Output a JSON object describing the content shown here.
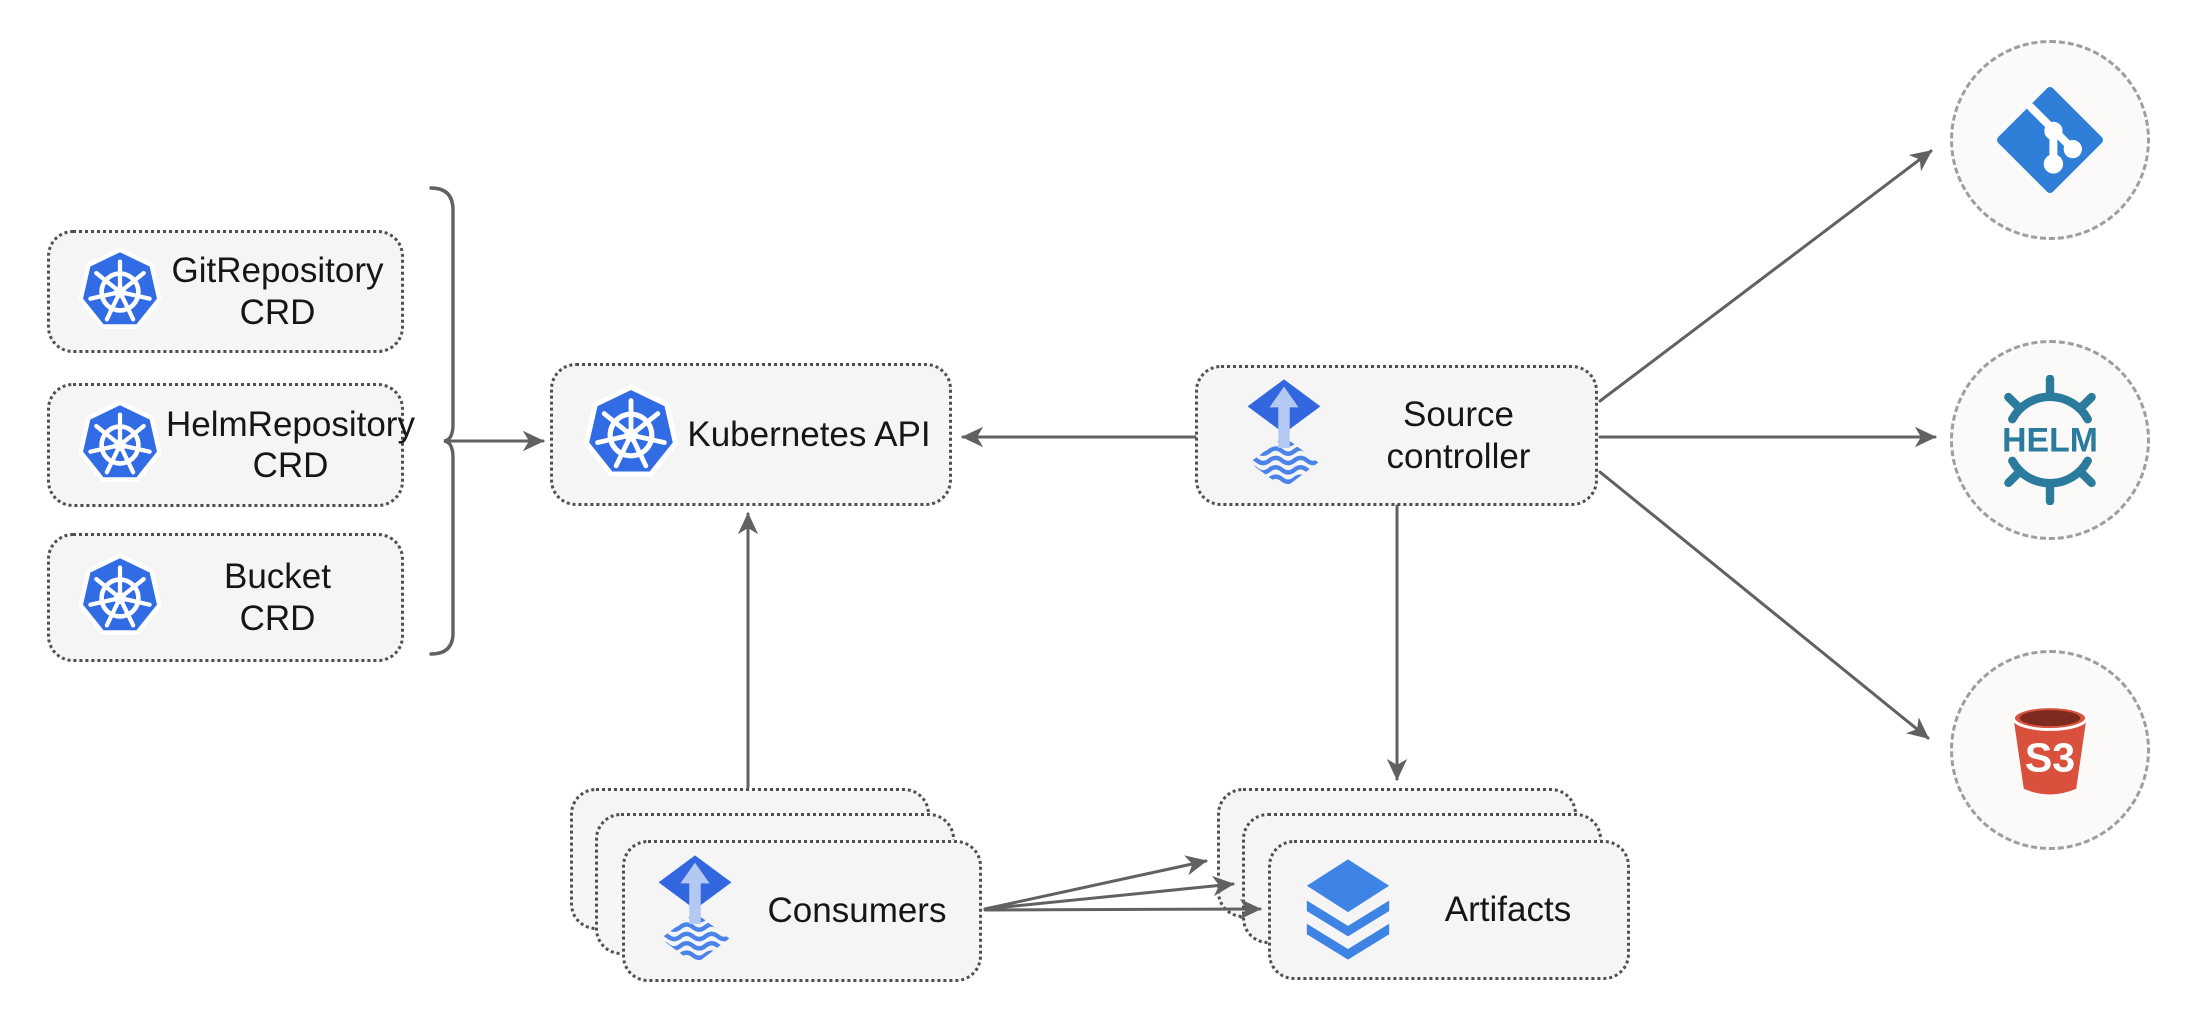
{
  "diagram_name": "flux-source-controller-architecture",
  "nodes": {
    "git_repository_crd": {
      "line1": "GitRepository",
      "line2": "CRD",
      "icon": "kubernetes-icon"
    },
    "helm_repository_crd": {
      "line1": "HelmRepository",
      "line2": "CRD",
      "icon": "kubernetes-icon"
    },
    "bucket_crd": {
      "line1": "Bucket",
      "line2": "CRD",
      "icon": "kubernetes-icon"
    },
    "kubernetes_api": {
      "label": "Kubernetes API",
      "icon": "kubernetes-icon"
    },
    "source_controller": {
      "line1": "Source",
      "line2": "controller",
      "icon": "flux-icon"
    },
    "consumers": {
      "label": "Consumers",
      "icon": "flux-icon",
      "stack_count": 3
    },
    "artifacts": {
      "label": "Artifacts",
      "icon": "layers-icon",
      "stack_count": 3
    },
    "git_remote": {
      "icon": "git-icon"
    },
    "helm_remote": {
      "icon": "helm-icon",
      "label": "HELM"
    },
    "s3_remote": {
      "icon": "s3-bucket-icon",
      "label": "S3"
    }
  },
  "edges": [
    {
      "from": "crd-group-bracket",
      "to": "kubernetes_api",
      "arrow": true
    },
    {
      "from": "source_controller",
      "to": "kubernetes_api",
      "arrow": true
    },
    {
      "from": "source_controller",
      "to": "git_remote",
      "arrow": true
    },
    {
      "from": "source_controller",
      "to": "helm_remote",
      "arrow": true
    },
    {
      "from": "source_controller",
      "to": "s3_remote",
      "arrow": true
    },
    {
      "from": "source_controller",
      "to": "artifacts",
      "arrow": true
    },
    {
      "from": "consumers",
      "to": "kubernetes_api",
      "arrow": true
    },
    {
      "from": "consumers",
      "to": "artifacts",
      "arrow": true
    },
    {
      "from": "consumers",
      "to": "artifacts",
      "arrow": true
    },
    {
      "from": "consumers",
      "to": "artifacts",
      "arrow": true
    }
  ],
  "colors": {
    "kubernetes_blue": "#326ce5",
    "flux_blue": "#3367e0",
    "flux_arrow_light": "#b3c9f3",
    "flux_wave_blue": "#4c83e8",
    "layers_blue": "#3e84e5",
    "git_blue": "#2f7fd8",
    "helm_teal": "#2a7b9c",
    "s3_red": "#d9503c",
    "s3_dark_red": "#7e2b1f",
    "line_gray": "#616161",
    "box_fill": "#f5f5f5",
    "box_border": "#4f4f4f",
    "circle_fill": "#fbfaf8",
    "circle_border": "#9e9e9e",
    "text": "#161616"
  }
}
